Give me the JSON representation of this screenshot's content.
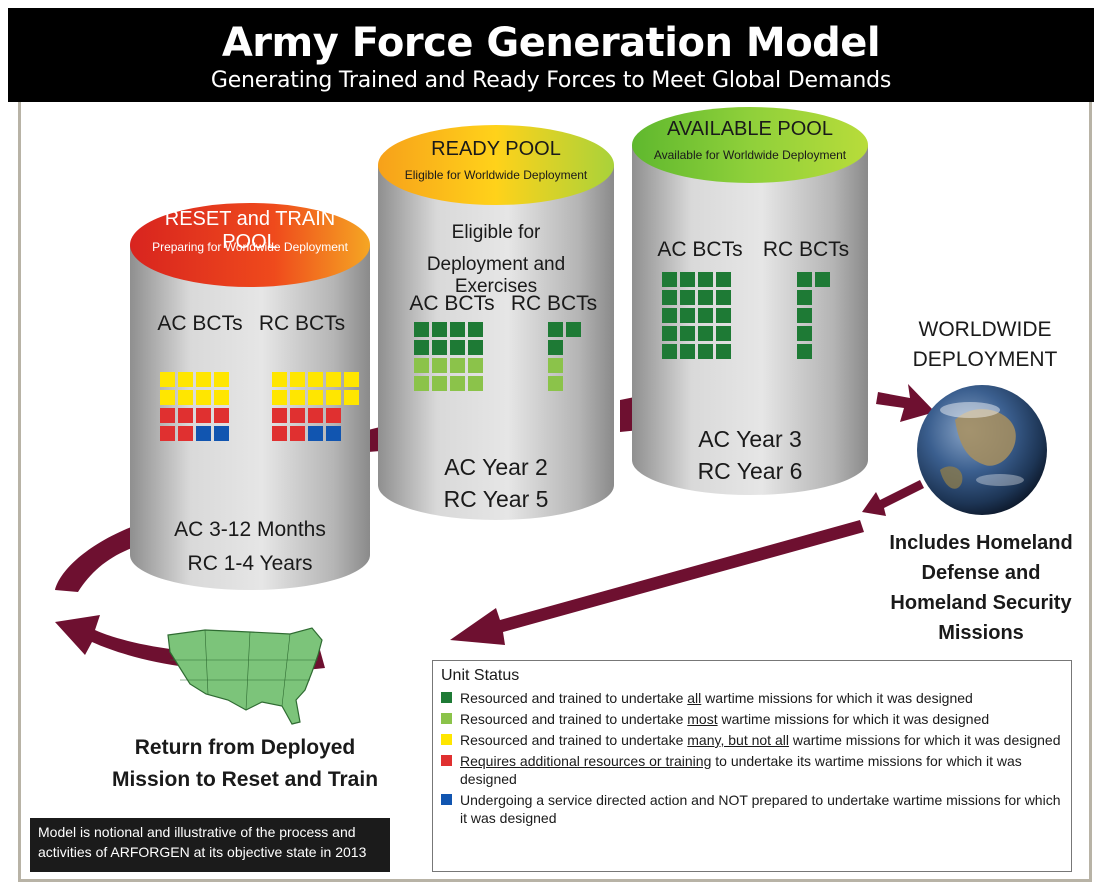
{
  "header": {
    "title": "Army Force Generation Model",
    "subtitle": "Generating Trained and Ready Forces to Meet Global Demands"
  },
  "colors": {
    "green_dark": "#1e7a35",
    "green_light": "#8bc34a",
    "yellow": "#ffe600",
    "red": "#e03030",
    "blue": "#1155b0",
    "arrow": "#6e1030"
  },
  "pools": {
    "reset": {
      "title": "RESET and TRAIN POOL",
      "subtitle": "Preparing for Worldwide Deployment",
      "ac_label": "AC BCTs",
      "rc_label": "RC BCTs",
      "timing_line1": "AC 3-12 Months",
      "timing_line2": "RC 1-4 Years"
    },
    "ready": {
      "title": "READY POOL",
      "subtitle": "Eligible for Worldwide Deployment",
      "desc_line1": "Eligible for",
      "desc_line2": "Deployment and Exercises",
      "ac_label": "AC BCTs",
      "rc_label": "RC BCTs",
      "timing_line1": "AC Year 2",
      "timing_line2": "RC Year 5"
    },
    "available": {
      "title": "AVAILABLE POOL",
      "subtitle": "Available for Worldwide Deployment",
      "ac_label": "AC BCTs",
      "rc_label": "RC BCTs",
      "timing_line1": "AC Year 3",
      "timing_line2": "RC Year 6"
    }
  },
  "deployment": {
    "line1": "WORLDWIDE",
    "line2": "DEPLOYMENT"
  },
  "homeland": {
    "line1": "Includes Homeland",
    "line2": "Defense and",
    "line3": "Homeland Security",
    "line4": "Missions"
  },
  "return": {
    "line1": "Return from Deployed",
    "line2": "Mission to Reset and Train"
  },
  "legend": {
    "title": "Unit Status",
    "items": [
      {
        "pre": "Resourced and trained to undertake ",
        "u": "all",
        "post": " wartime missions for which it was designed",
        "color": "#1e7a35"
      },
      {
        "pre": "Resourced and trained to undertake ",
        "u": "most",
        "post": " wartime missions for which it was designed",
        "color": "#8bc34a"
      },
      {
        "pre": "Resourced and trained to undertake ",
        "u": "many, but not all",
        "post": " wartime missions for which it was designed",
        "color": "#ffe600"
      },
      {
        "pre": "",
        "u": "Requires additional resources or training",
        "post": " to undertake its wartime missions for which it was designed",
        "color": "#e03030"
      },
      {
        "pre": "Undergoing a service directed action and NOT prepared to undertake wartime missions for which it was designed",
        "u": "",
        "post": "",
        "color": "#1155b0"
      }
    ]
  },
  "note": {
    "line1": "Model is notional and illustrative of the process and",
    "line2": "activities of ARFORGEN at its objective state in 2013"
  }
}
